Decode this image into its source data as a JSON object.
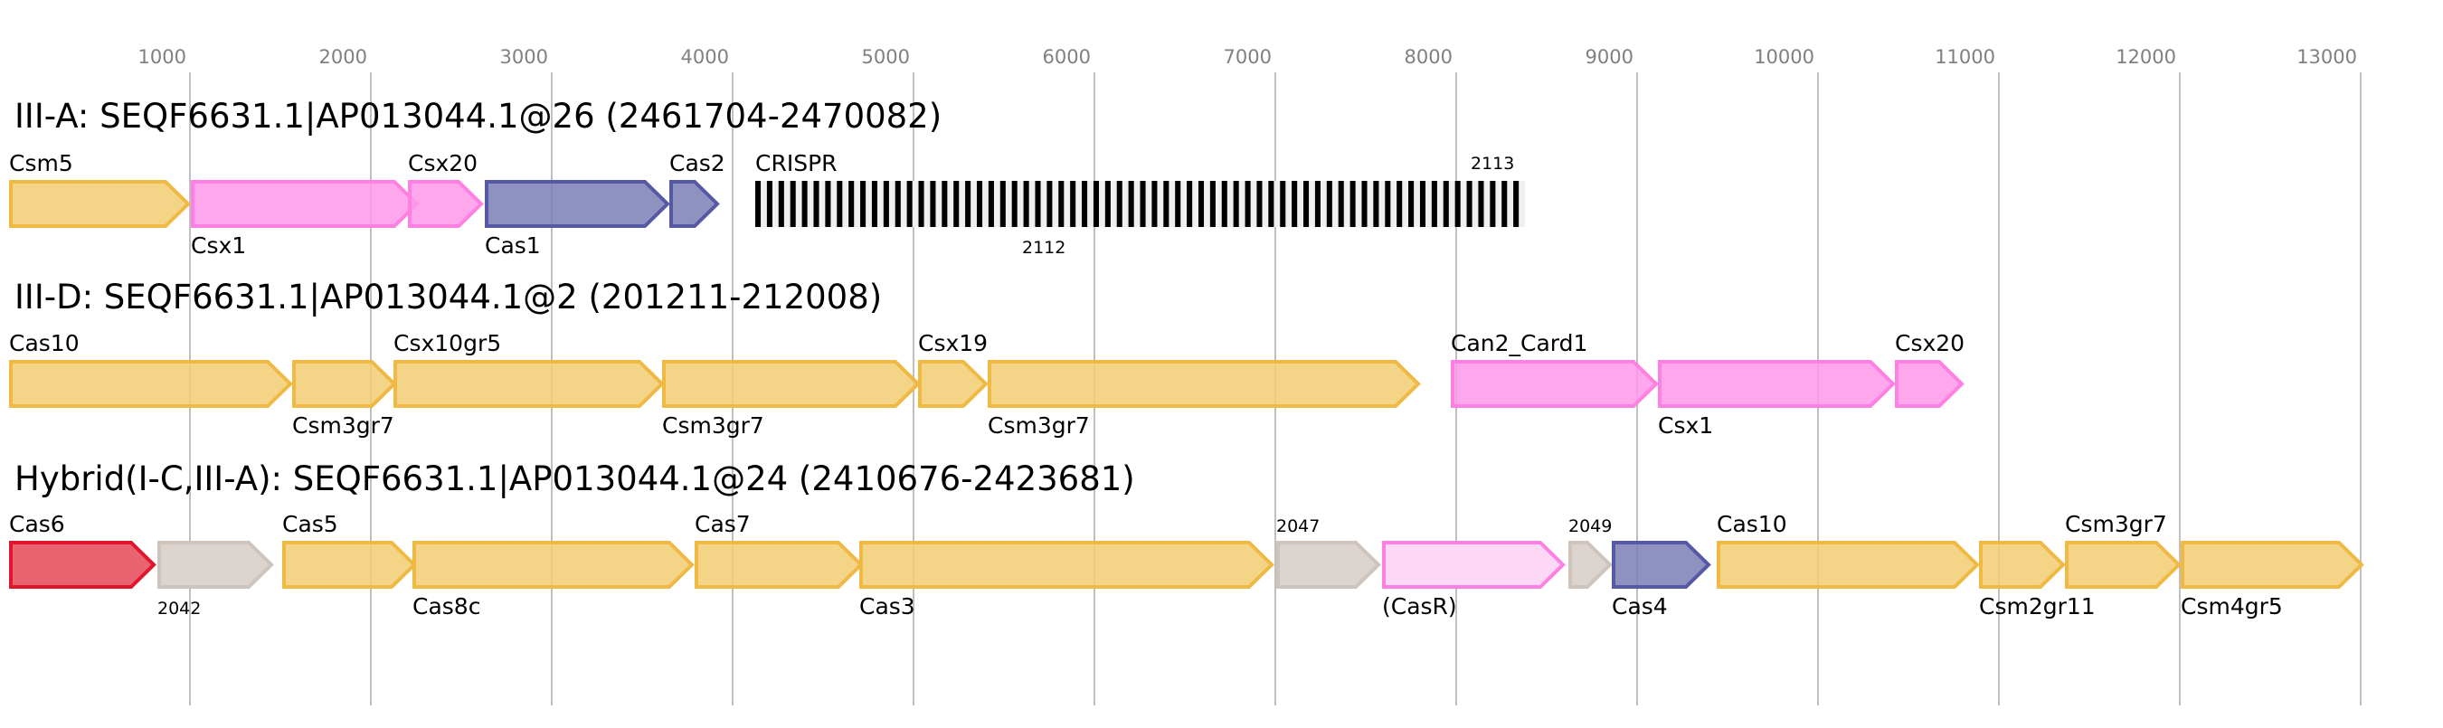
{
  "axis": {
    "unit": "bp",
    "ticks": [
      1000,
      2000,
      3000,
      4000,
      5000,
      6000,
      7000,
      8000,
      9000,
      10000,
      11000,
      12000,
      13000
    ],
    "range": [
      0,
      13500
    ],
    "grid": true,
    "tick_color": "#808080",
    "grid_color": "#c0c0c0"
  },
  "palette": {
    "yellow": {
      "fill": "#f2cc72",
      "stroke": "#efb944"
    },
    "pink": {
      "fill": "#ff98e9",
      "stroke": "#ff80e3"
    },
    "purple": {
      "fill": "#7b7fb6",
      "stroke": "#5559a6"
    },
    "grey": {
      "fill": "#dcd4ce",
      "stroke": "#cfc4bc"
    },
    "red": {
      "fill": "#e54858",
      "stroke": "#e0162c"
    },
    "lightpink": {
      "fill": "#fdd8f6",
      "stroke": "#ff80e3"
    },
    "crispr": {
      "repeat": "#000000",
      "spacer": "#f0f0f0"
    }
  },
  "rows": [
    {
      "title": "III-A: SEQF6631.1|AP013044.1@26 (2461704-2470082)",
      "genes": [
        {
          "name": "Csm5",
          "start": 0,
          "end": 1000,
          "color": "yellow",
          "label_pos": "above"
        },
        {
          "name": "Csx1",
          "start": 1005,
          "end": 2265,
          "color": "pink",
          "label_pos": "below"
        },
        {
          "name": "Csx20",
          "start": 2205,
          "end": 2620,
          "color": "pink",
          "label_pos": "above"
        },
        {
          "name": "Cas1",
          "start": 2630,
          "end": 3650,
          "color": "purple",
          "label_pos": "below"
        },
        {
          "name": "Cas2",
          "start": 3650,
          "end": 3925,
          "color": "purple",
          "label_pos": "above"
        }
      ],
      "crispr": {
        "name": "CRISPR",
        "start": 4125,
        "end": 8380,
        "repeats": 66,
        "label_pos": "above"
      },
      "extra_labels": [
        {
          "text": "2112",
          "at": 5600,
          "pos": "below"
        },
        {
          "text": "2113",
          "at": 8080,
          "pos": "above"
        }
      ]
    },
    {
      "title": "III-D: SEQF6631.1|AP013044.1@2 (201211-212008)",
      "genes": [
        {
          "name": "Cas10",
          "start": 0,
          "end": 1565,
          "color": "yellow",
          "label_pos": "above"
        },
        {
          "name": "Csm3gr7",
          "start": 1565,
          "end": 2140,
          "color": "yellow",
          "label_pos": "below"
        },
        {
          "name": "Csx10gr5",
          "start": 2125,
          "end": 3620,
          "color": "yellow",
          "label_pos": "above"
        },
        {
          "name": "Csm3gr7",
          "start": 3610,
          "end": 5035,
          "color": "yellow",
          "label_pos": "below"
        },
        {
          "name": "Csx19",
          "start": 5025,
          "end": 5410,
          "color": "yellow",
          "label_pos": "above"
        },
        {
          "name": "Csm3gr7",
          "start": 5410,
          "end": 7800,
          "color": "yellow",
          "label_pos": "below"
        },
        {
          "name": "Can2_Card1",
          "start": 7970,
          "end": 9115,
          "color": "pink",
          "label_pos": "above"
        },
        {
          "name": "Csx1",
          "start": 9115,
          "end": 10425,
          "color": "pink",
          "label_pos": "below"
        },
        {
          "name": "Csx20",
          "start": 10425,
          "end": 10805,
          "color": "pink",
          "label_pos": "above"
        }
      ]
    },
    {
      "title": "Hybrid(I-C,III-A): SEQF6631.1|AP013044.1@24 (2410676-2423681)",
      "genes": [
        {
          "name": "Cas6",
          "start": 0,
          "end": 810,
          "color": "red",
          "label_pos": "above"
        },
        {
          "name": "2042",
          "start": 820,
          "end": 1460,
          "color": "grey",
          "label_pos": "below",
          "small": true
        },
        {
          "name": "Cas5",
          "start": 1510,
          "end": 2250,
          "color": "yellow",
          "label_pos": "above"
        },
        {
          "name": "Cas8c",
          "start": 2230,
          "end": 3785,
          "color": "yellow",
          "label_pos": "below"
        },
        {
          "name": "Cas7",
          "start": 3790,
          "end": 4720,
          "color": "yellow",
          "label_pos": "above"
        },
        {
          "name": "Cas3",
          "start": 4700,
          "end": 6990,
          "color": "yellow",
          "label_pos": "below"
        },
        {
          "name": "2047",
          "start": 7005,
          "end": 7580,
          "color": "grey",
          "label_pos": "above",
          "small": true
        },
        {
          "name": "(CasR)",
          "start": 7590,
          "end": 8600,
          "color": "lightpink",
          "label_pos": "below"
        },
        {
          "name": "2049",
          "start": 8620,
          "end": 8860,
          "color": "grey",
          "label_pos": "above",
          "small": true
        },
        {
          "name": "Cas4",
          "start": 8860,
          "end": 9405,
          "color": "purple",
          "label_pos": "below"
        },
        {
          "name": "Cas10",
          "start": 9440,
          "end": 10890,
          "color": "yellow",
          "label_pos": "above"
        },
        {
          "name": "Csm2gr11",
          "start": 10890,
          "end": 11365,
          "color": "yellow",
          "label_pos": "below"
        },
        {
          "name": "Csm3gr7",
          "start": 11365,
          "end": 12005,
          "color": "yellow",
          "label_pos": "above"
        },
        {
          "name": "Csm4gr5",
          "start": 12005,
          "end": 13015,
          "color": "yellow",
          "label_pos": "below"
        }
      ]
    }
  ]
}
